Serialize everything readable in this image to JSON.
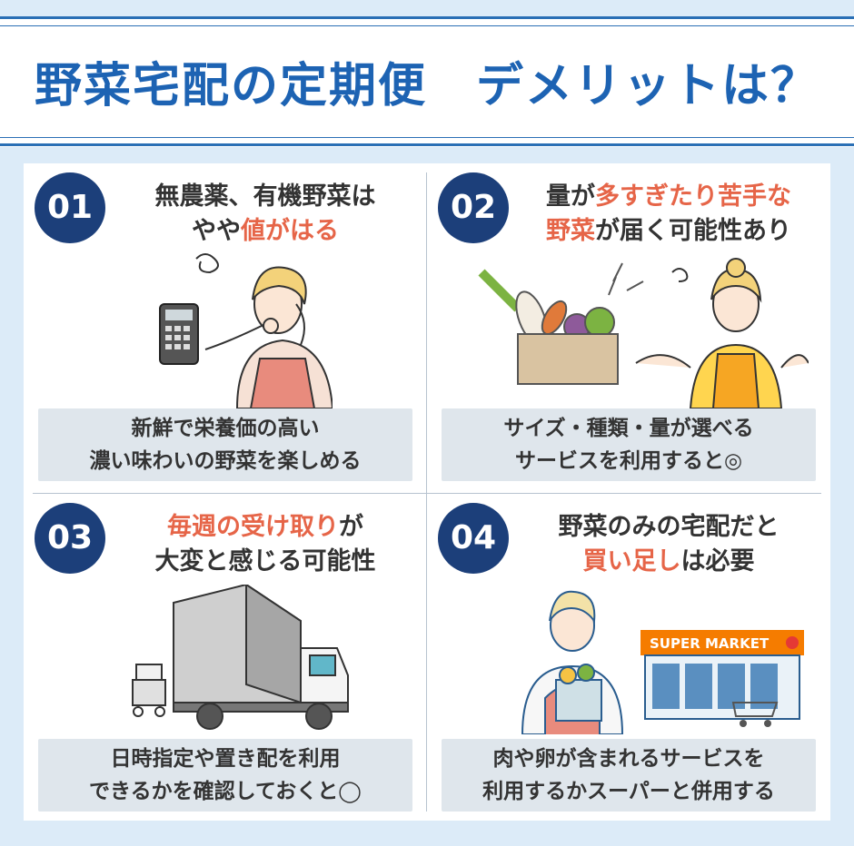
{
  "header": {
    "title": "野菜宅配の定期便　デメリットは？"
  },
  "cards": [
    {
      "number": "01",
      "heading_line1": "無農薬、有機野菜は",
      "heading_line2_pre": "やや",
      "heading_line2_hl": "値がはる",
      "note_line1": "新鮮で栄養価の高い",
      "note_line2": "濃い味わいの野菜を楽しめる"
    },
    {
      "number": "02",
      "heading_line1_pre": "量が",
      "heading_line1_hl": "多すぎたり苦手な",
      "heading_line2_hl": "野菜",
      "heading_line2_post": "が届く可能性あり",
      "note_line1": "サイズ・種類・量が選べる",
      "note_line2": "サービスを利用すると◎"
    },
    {
      "number": "03",
      "heading_line1_hl": "毎週の受け取り",
      "heading_line1_post": "が",
      "heading_line2": "大変と感じる可能性",
      "note_line1": "日時指定や置き配を利用",
      "note_line2": "できるかを確認しておくと◯"
    },
    {
      "number": "04",
      "heading_line1": "野菜のみの宅配だと",
      "heading_line2_hl": "買い足し",
      "heading_line2_post": "は必要",
      "note_line1": "肉や卵が含まれるサービスを",
      "note_line2": "利用するかスーパーと併用する",
      "store_sign": "SUPER MARKET"
    }
  ],
  "colors": {
    "accent": "#1d63b3",
    "badge": "#1c3f7a",
    "highlight": "#e66548",
    "note_bg": "#dfe6ec"
  }
}
